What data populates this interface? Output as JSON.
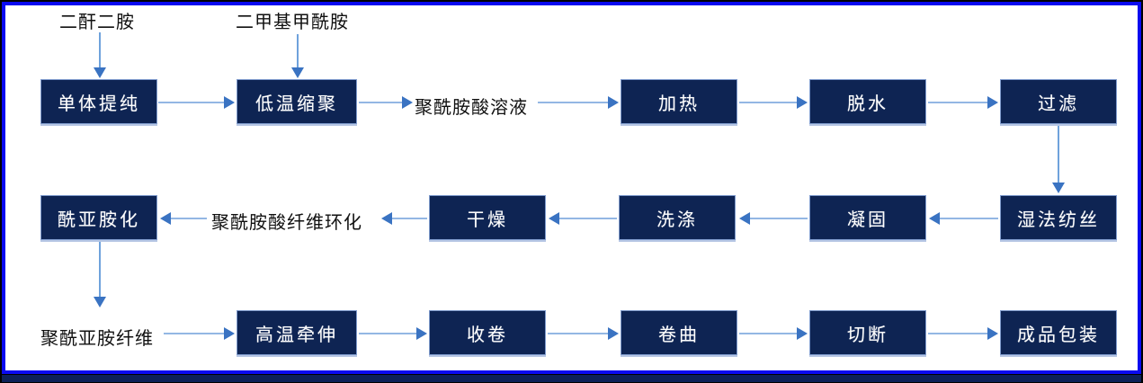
{
  "diagram": {
    "type": "process-flowchart",
    "subject": "polyimide fiber production process",
    "top_inputs": [
      {
        "label": "二酐二胺"
      },
      {
        "label": "二甲基甲酰胺"
      }
    ],
    "row1": {
      "boxes": [
        {
          "label": "单体提纯"
        },
        {
          "label": "低温缩聚"
        },
        {
          "label": "加热"
        },
        {
          "label": "脱水"
        },
        {
          "label": "过滤"
        }
      ],
      "intermediate_label": "聚酰胺酸溶液"
    },
    "row2": {
      "boxes": [
        {
          "label": "湿法纺丝"
        },
        {
          "label": "凝固"
        },
        {
          "label": "洗涤"
        },
        {
          "label": "干燥"
        },
        {
          "label": "酰亚胺化"
        }
      ],
      "intermediate_label": "聚酰胺酸纤维环化"
    },
    "row3": {
      "input_label": "聚酰亚胺纤维",
      "boxes": [
        {
          "label": "高温牵伸"
        },
        {
          "label": "收卷"
        },
        {
          "label": "卷曲"
        },
        {
          "label": "切断"
        },
        {
          "label": "成品包装"
        }
      ]
    },
    "colors": {
      "box_fill": "#0e2453",
      "box_edge_highlight": "#b6c6e4",
      "arrow_shaft": "#93b7e4",
      "arrow_head": "#3a73c2",
      "frame_border": "#0a0af0",
      "bottom_bar": "#0c2158",
      "box_text": "#ffffff",
      "label_text": "#101010"
    }
  }
}
